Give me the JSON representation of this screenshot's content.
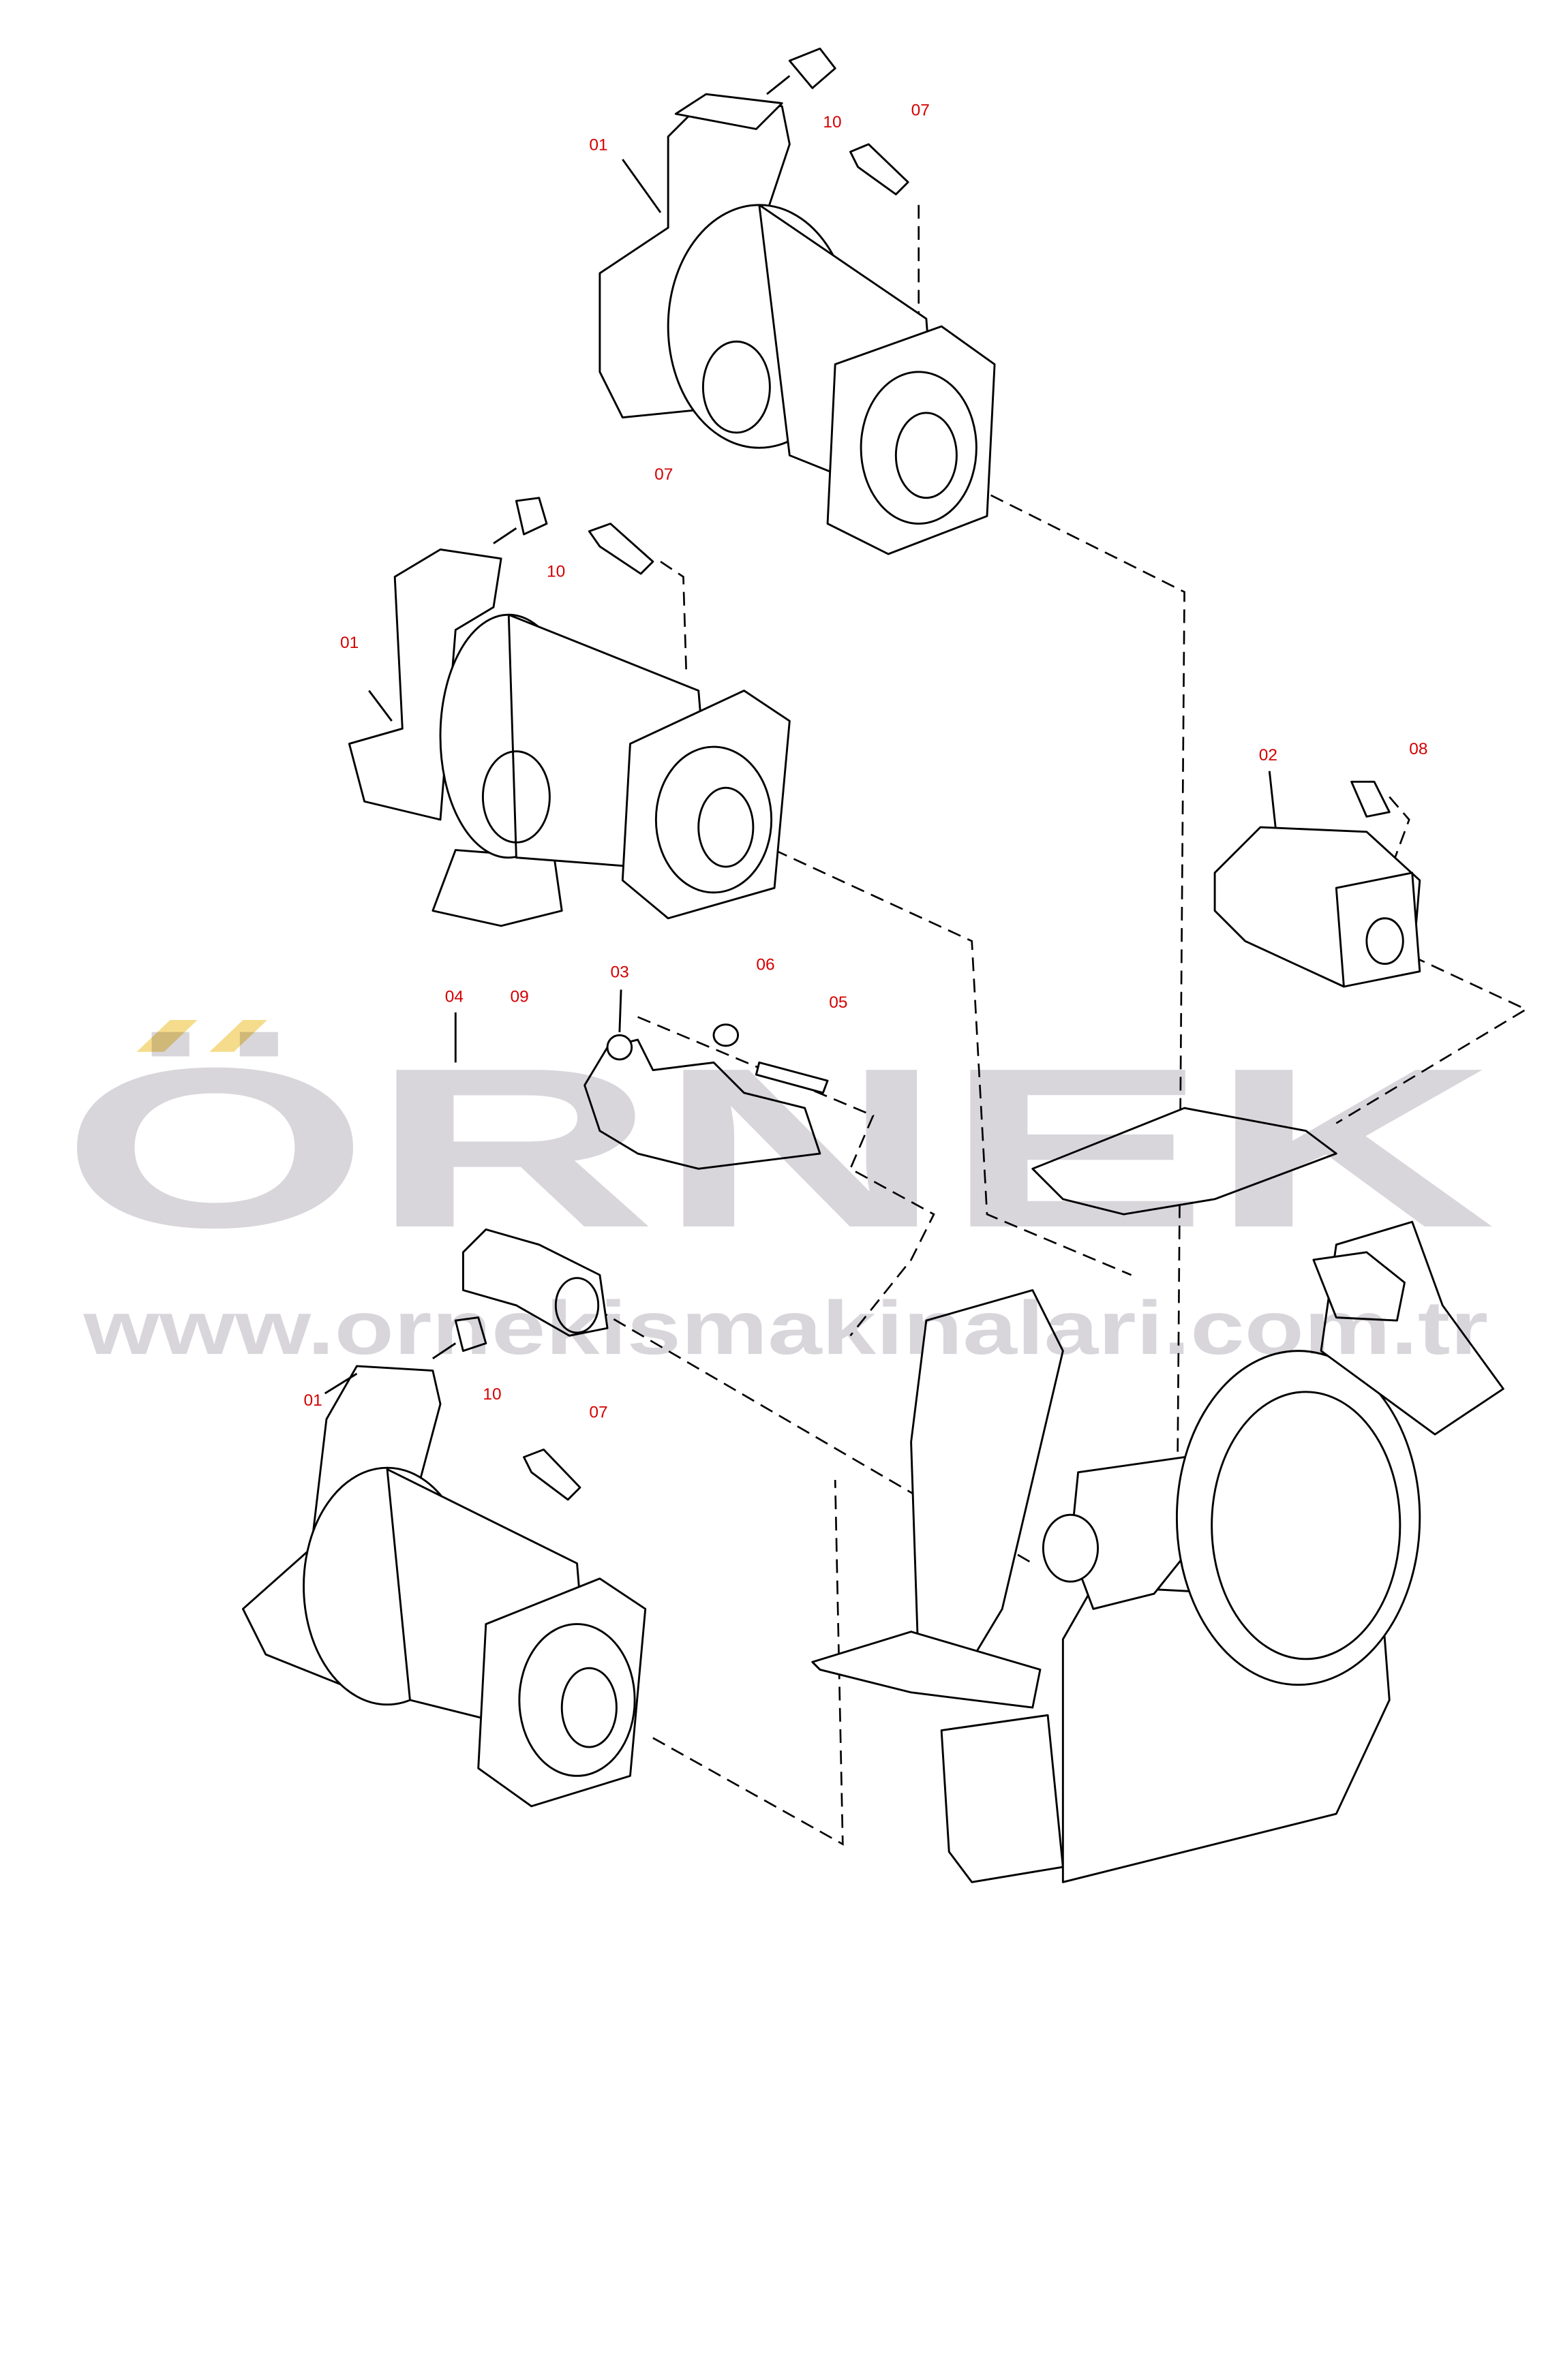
{
  "diagram": {
    "callouts": [
      {
        "text": "01"
      },
      {
        "text": "10"
      },
      {
        "text": "07"
      },
      {
        "text": "07"
      },
      {
        "text": "10"
      },
      {
        "text": "01"
      },
      {
        "text": "02"
      },
      {
        "text": "08"
      },
      {
        "text": "03"
      },
      {
        "text": "06"
      },
      {
        "text": "05"
      },
      {
        "text": "04"
      },
      {
        "text": "09"
      },
      {
        "text": "01"
      },
      {
        "text": "10"
      },
      {
        "text": "07"
      }
    ],
    "callout_color": "#d40000"
  },
  "watermark": {
    "brand": "ÖRNEK",
    "url": "www.ornekismakinalari.com.tr",
    "color": "#d8d6db",
    "accent": "#f5dc8c"
  }
}
